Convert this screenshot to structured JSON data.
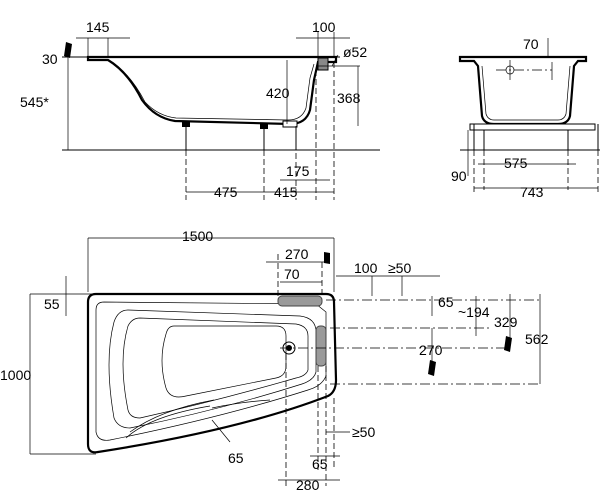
{
  "side_view": {
    "dims": {
      "lip_left": "145",
      "lip_right": "100",
      "drain_diameter": "ø52",
      "rim_thickness": "30",
      "total_height": "545*",
      "depth_inner": "420",
      "drain_height": "368",
      "drain_offset": "175",
      "leg_left": "475",
      "leg_right": "415"
    }
  },
  "end_view": {
    "dims": {
      "top_offset": "70",
      "leg_spacing": "575",
      "base_width": "743",
      "base_height": "90"
    }
  },
  "plan_view": {
    "dims": {
      "length": "1500",
      "pipe_zone": "270",
      "pipe_offset": "70",
      "clearance_a": "100",
      "clearance_b": "≥50",
      "rim_left": "55",
      "rim_65_top": "65",
      "drain_194": "~194",
      "depth_329": "329",
      "depth_562": "562",
      "width": "1000",
      "drain_270": "270",
      "clearance_c": "≥50",
      "edge_65": "65",
      "edge_65_bottom": "65",
      "bottom_280": "280"
    }
  }
}
